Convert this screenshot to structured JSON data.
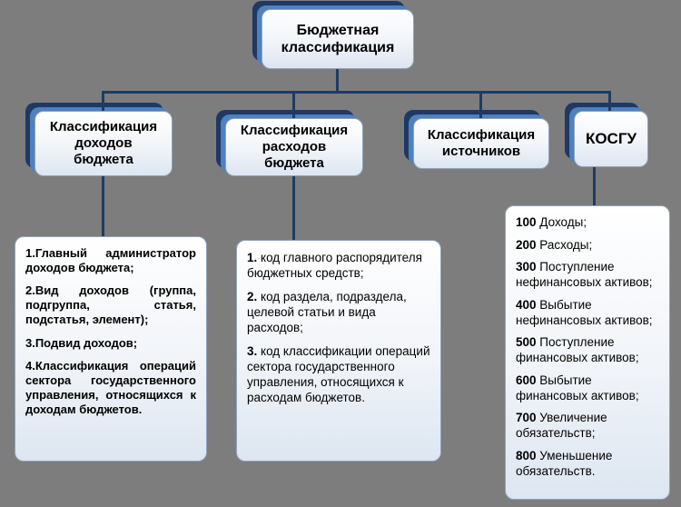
{
  "colors": {
    "background": "#7d7d7d",
    "line": "#1f3b63",
    "shadow_dark": "#1f3864",
    "shadow_mid": "#4f81bd",
    "card_border": "#8fa3bd"
  },
  "root": {
    "label": "Бюджетная\nклассификация"
  },
  "branches": {
    "incomes": {
      "label": "Классификация\nдоходов\nбюджета"
    },
    "expenses": {
      "label": "Классификация\nрасходов\nбюджета"
    },
    "sources": {
      "label": "Классификация\nисточников"
    },
    "kosgu": {
      "label": "КОСГУ"
    }
  },
  "details": {
    "incomes": {
      "items": [
        "1.Главный администратор доходов бюджета;",
        "2.Вид доходов (группа, подгруппа, статья, подстатья, элемент);",
        "3.Подвид доходов;",
        "4.Классификация операций сектора государственного управления, относящихся к доходам бюджетов."
      ]
    },
    "expenses": {
      "items": [
        {
          "num": "1.",
          "text": "код главного распорядителя бюджетных средств;"
        },
        {
          "num": "2.",
          "text": "код раздела, подраздела, целевой статьи и вида расходов;"
        },
        {
          "num": "3.",
          "text": "код классификации операций сектора государственного управления, относящихся к расходам бюджетов."
        }
      ]
    },
    "kosgu": {
      "items": [
        {
          "code": "100",
          "text": "Доходы;"
        },
        {
          "code": "200",
          "text": "Расходы;"
        },
        {
          "code": "300",
          "text": "Поступление нефинансовых активов;"
        },
        {
          "code": "400",
          "text": "Выбытие нефинансовых активов;"
        },
        {
          "code": "500",
          "text": "Поступление финансовых активов;"
        },
        {
          "code": "600",
          "text": "Выбытие финансовых активов;"
        },
        {
          "code": "700",
          "text": "Увеличение обязательств;"
        },
        {
          "code": "800",
          "text": "Уменьшение обязательств."
        }
      ]
    }
  }
}
